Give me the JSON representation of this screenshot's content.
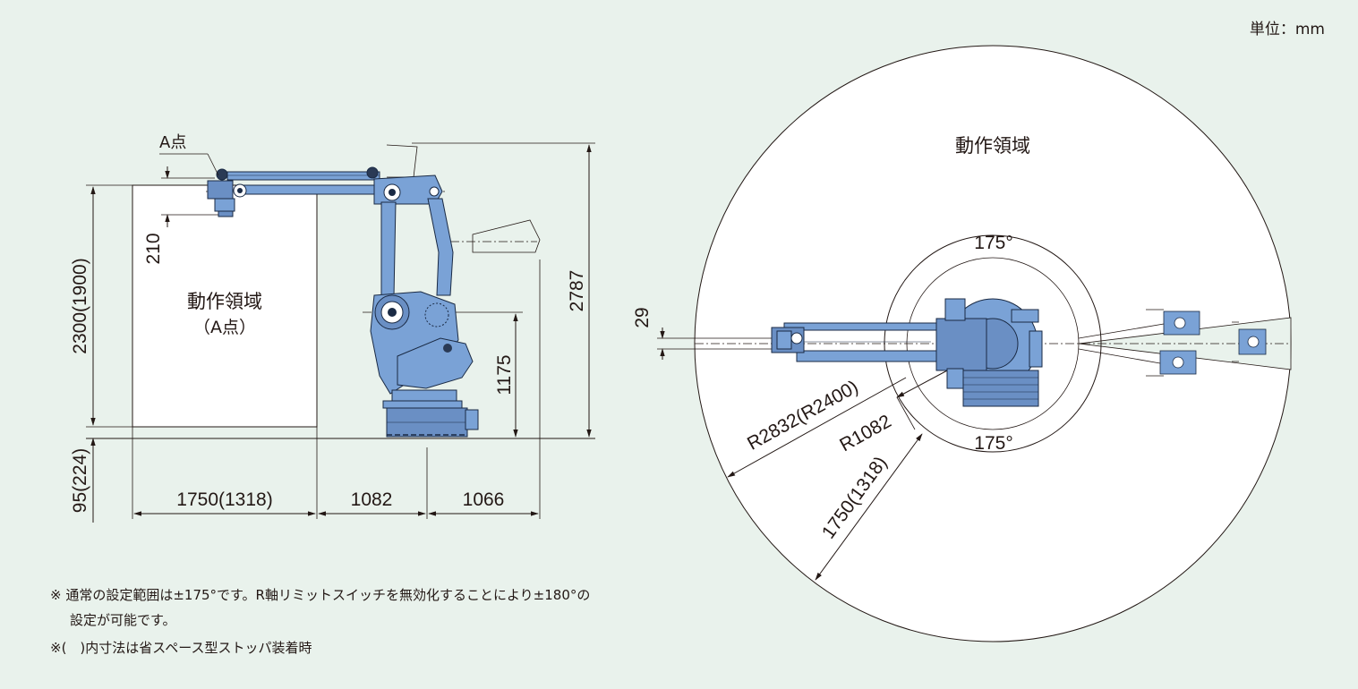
{
  "unit": "単位：mm",
  "side_view": {
    "point_a": "A点",
    "area_label": "動作領域",
    "area_sub": "（A点）",
    "dims": {
      "height": "2300(1900)",
      "below": "95(224)",
      "offset_210": "210",
      "reach": "1750(1318)",
      "base_1082": "1082",
      "rear_1066": "1066",
      "total_height": "2787",
      "joint_height": "1175"
    }
  },
  "top_view": {
    "area_label": "動作領域",
    "angle_top": "175°",
    "angle_bottom": "175°",
    "offset_29": "29",
    "r_outer": "R2832(R2400)",
    "r_inner": "R1082",
    "reach": "1750(1318)"
  },
  "notes": {
    "line1": "※ 通常の設定範囲は±175°です。R軸リミットスイッチを無効化することにより±180°の",
    "line2": "設定が可能です。",
    "line3": "※(　)内寸法は省スペース型ストッパ装着時"
  }
}
